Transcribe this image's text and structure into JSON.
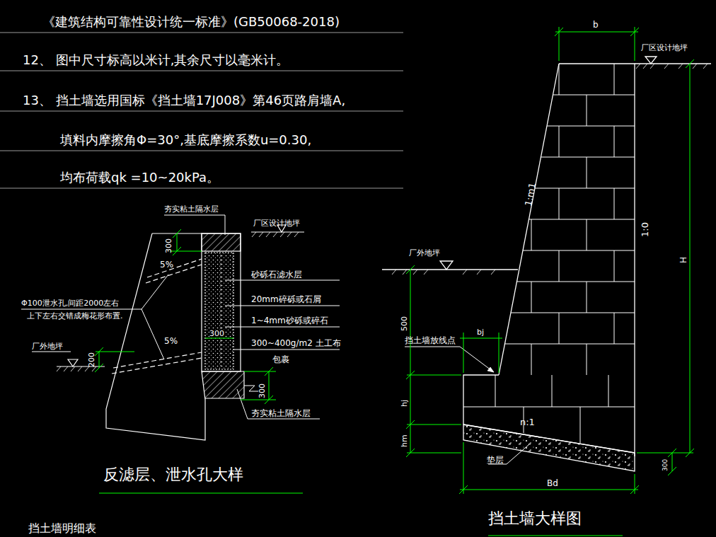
{
  "diagram": {
    "labels": [
      "《建筑结构可靠性设计统一标准》(GB50068-2018)",
      "12、 图中尺寸标高以米计,其余尺寸以毫米计。",
      "13、 挡土墙选用国标《挡土墙17J008》第46页路肩墙A,",
      "填料内摩擦角Φ=30°,基底摩擦系数u=0.30,",
      "均布荷载qk =10~20kPa。",
      "夯实粘土隔水层",
      "厂区设计地坪",
      "300",
      "5%",
      "5%",
      "Φ100泄水孔,间距2000左右",
      "上下左右交错成梅花形布置.",
      "砂砾石滤水层",
      "20mm碎砾或石屑",
      "1~4mm砂砾或碎石",
      "300",
      "300~400g/m2 土工布",
      "包裹",
      "300",
      "厂外地坪",
      "200",
      "夯实粘土隔水层",
      "反滤层、泄水孔大样",
      "挡土墙明细表",
      "b",
      "厂区设计地坪",
      "1:m1",
      "1:0",
      "H",
      "厂外地坪",
      "500",
      "挡土墙放线点",
      "bj",
      "hj",
      "hm",
      "n:1",
      "垫层",
      "Bd",
      "300",
      "挡土墙大样图"
    ]
  }
}
